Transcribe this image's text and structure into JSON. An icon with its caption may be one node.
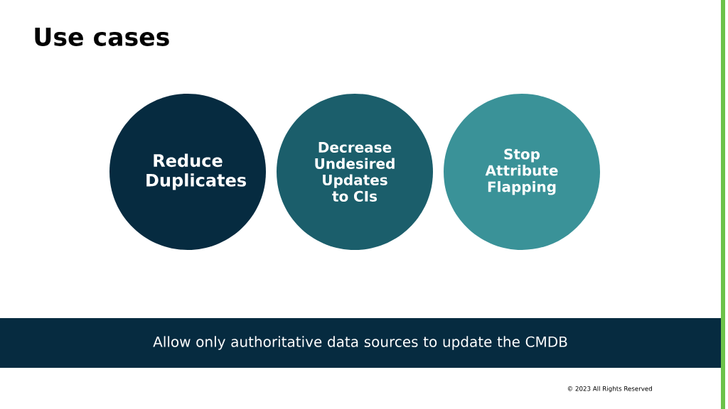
{
  "diagram": {
    "title": "Use cases",
    "nodes": [
      {
        "text": [
          "Reduce Duplicates"
        ]
      },
      {
        "text": [
          "Decrease Undesired Updates to CIs"
        ]
      },
      {
        "text": [
          "Stop Attribute Flapping"
        ]
      },
      {
        "text": [
          "Allow only authoritative data sources to update the CMDB"
        ]
      }
    ],
    "edges": [],
    "labels": [
      "© 2023 All Rights Reserved"
    ]
  }
}
